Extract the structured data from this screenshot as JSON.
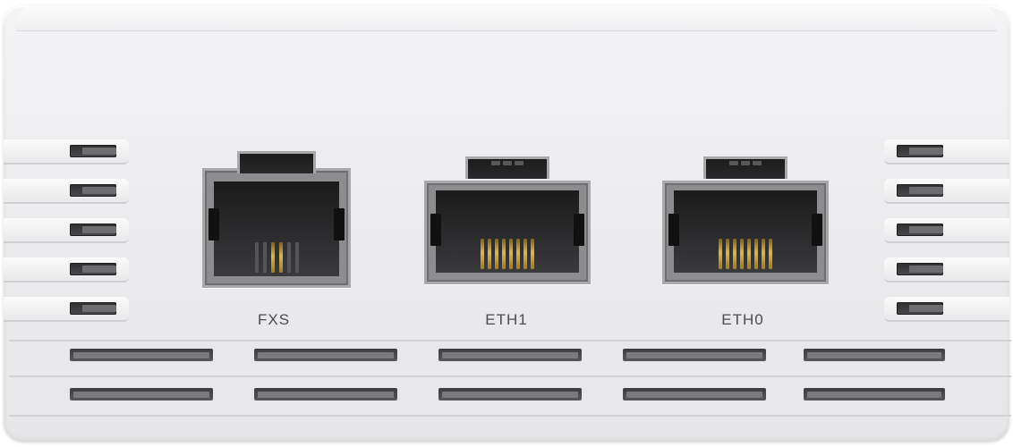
{
  "ports": [
    {
      "label": "FXS",
      "type": "RJ11",
      "icon": "rj11-port-icon"
    },
    {
      "label": "ETH1",
      "type": "RJ45",
      "icon": "rj45-port-icon"
    },
    {
      "label": "ETH0",
      "type": "RJ45",
      "icon": "rj45-port-icon"
    }
  ],
  "colors": {
    "housing": "#ececee",
    "port_frame": "#a9a9ac",
    "pin_gold": "#d6b45a",
    "label_text": "#4c4c4f"
  }
}
